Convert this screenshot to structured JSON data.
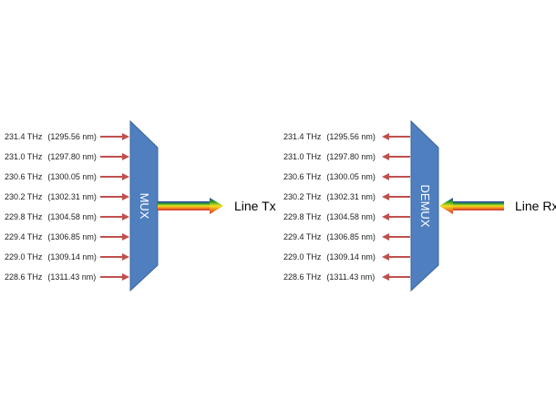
{
  "channels": [
    {
      "freq": "231.4 THz",
      "wavelength": "(1295.56 nm)"
    },
    {
      "freq": "231.0 THz",
      "wavelength": "(1297.80 nm)"
    },
    {
      "freq": "230.6 THz",
      "wavelength": "(1300.05 nm)"
    },
    {
      "freq": "230.2 THz",
      "wavelength": "(1302.31 nm)"
    },
    {
      "freq": "229.8 THz",
      "wavelength": "(1304.58 nm)"
    },
    {
      "freq": "229.4 THz",
      "wavelength": "(1306.85 nm)"
    },
    {
      "freq": "229.0 THz",
      "wavelength": "(1309.14 nm)"
    },
    {
      "freq": "228.6 THz",
      "wavelength": "(1311.43 nm)"
    }
  ],
  "mux": {
    "label": "MUX",
    "line_label": "Line Tx"
  },
  "demux": {
    "label": "DEMUX",
    "line_label": "Line Rx"
  },
  "colors": {
    "block": "#4f7fbf",
    "block_border": "#3a659e",
    "channel_arrow": "#c0504d",
    "rainbow": [
      "#3030c0",
      "#2aa02a",
      "#f0e020",
      "#f08020",
      "#d03030"
    ]
  }
}
